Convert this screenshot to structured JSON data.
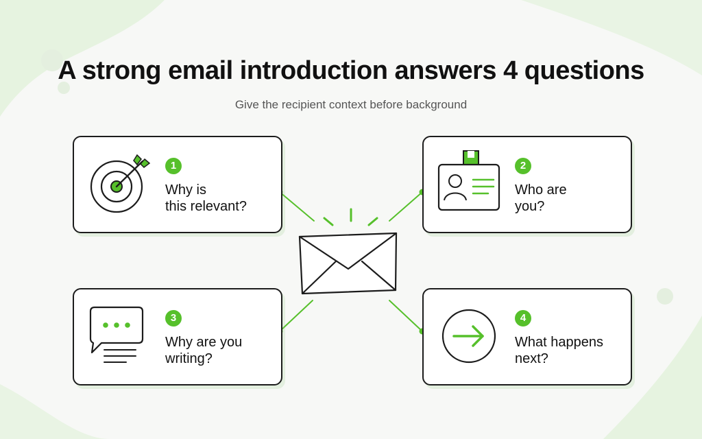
{
  "title": "A strong email introduction answers 4 questions",
  "subtitle": "Give the recipient context before background",
  "colors": {
    "accent": "#56c02b",
    "outline": "#1c1c1c",
    "background": "#f7f8f6"
  },
  "cards": [
    {
      "number": "1",
      "line1": "Why is",
      "line2": "this relevant?",
      "icon": "target-icon"
    },
    {
      "number": "2",
      "line1": "Who are",
      "line2": "you?",
      "icon": "id-badge-icon"
    },
    {
      "number": "3",
      "line1": "Why are you",
      "line2": "writing?",
      "icon": "chat-bubble-icon"
    },
    {
      "number": "4",
      "line1": "What happens",
      "line2": "next?",
      "icon": "arrow-circle-icon"
    }
  ],
  "center_icon": "envelope-icon"
}
